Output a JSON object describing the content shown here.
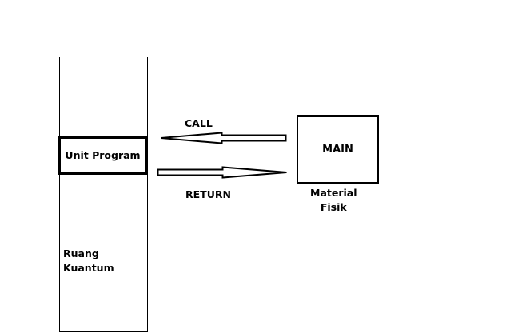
{
  "diagram": {
    "unit_program": "Unit Program",
    "main": "MAIN",
    "call": "CALL",
    "return": "RETURN",
    "material_line1": "Material",
    "material_line2": "Fisik",
    "ruang_line1": "Ruang",
    "ruang_line2": "Kuantum"
  },
  "colors": {
    "stroke": "#000000",
    "background": "#ffffff"
  },
  "arrows": [
    {
      "name": "call-arrow",
      "from": "MAIN",
      "to": "Unit Program",
      "label": "CALL"
    },
    {
      "name": "return-arrow",
      "from": "Unit Program",
      "to": "MAIN",
      "label": "RETURN"
    }
  ]
}
